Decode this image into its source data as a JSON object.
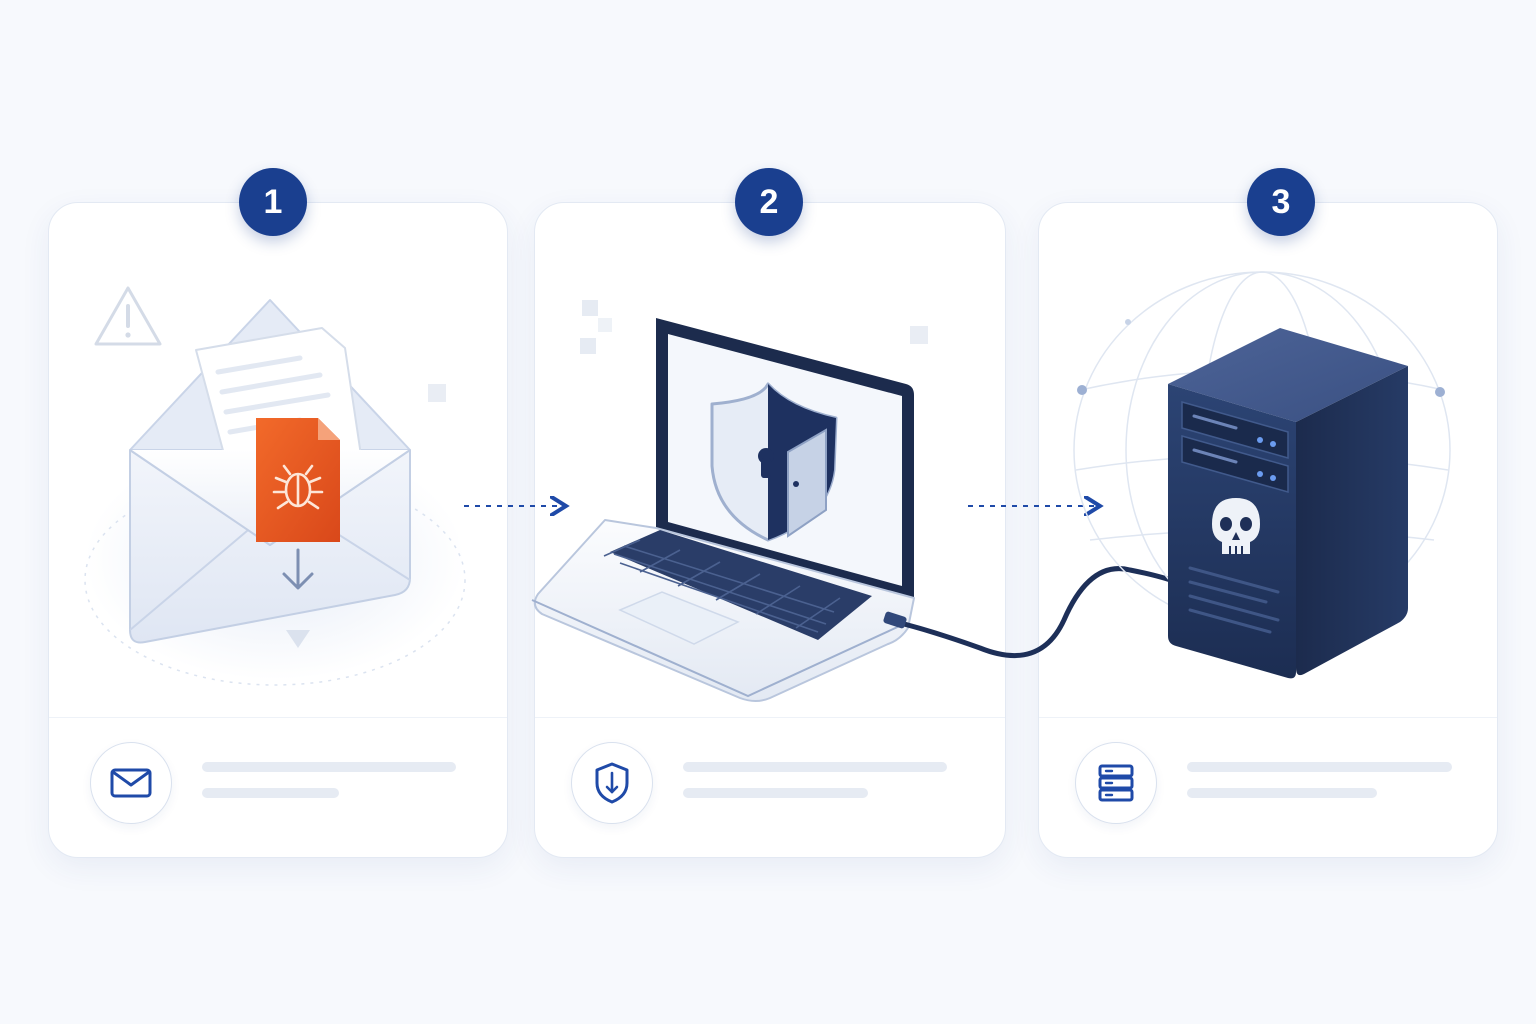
{
  "steps": [
    {
      "number": "1",
      "icon": "mail-icon",
      "illustration": "infected-email-attachment"
    },
    {
      "number": "2",
      "icon": "shield-icon",
      "illustration": "laptop-with-open-shield-door"
    },
    {
      "number": "3",
      "icon": "server-icon",
      "illustration": "compromised-server-with-skull"
    }
  ],
  "colors": {
    "accent": "#1a3f8f",
    "danger": "#e8571f",
    "server": "#253a66",
    "background": "#f7f9fd"
  }
}
